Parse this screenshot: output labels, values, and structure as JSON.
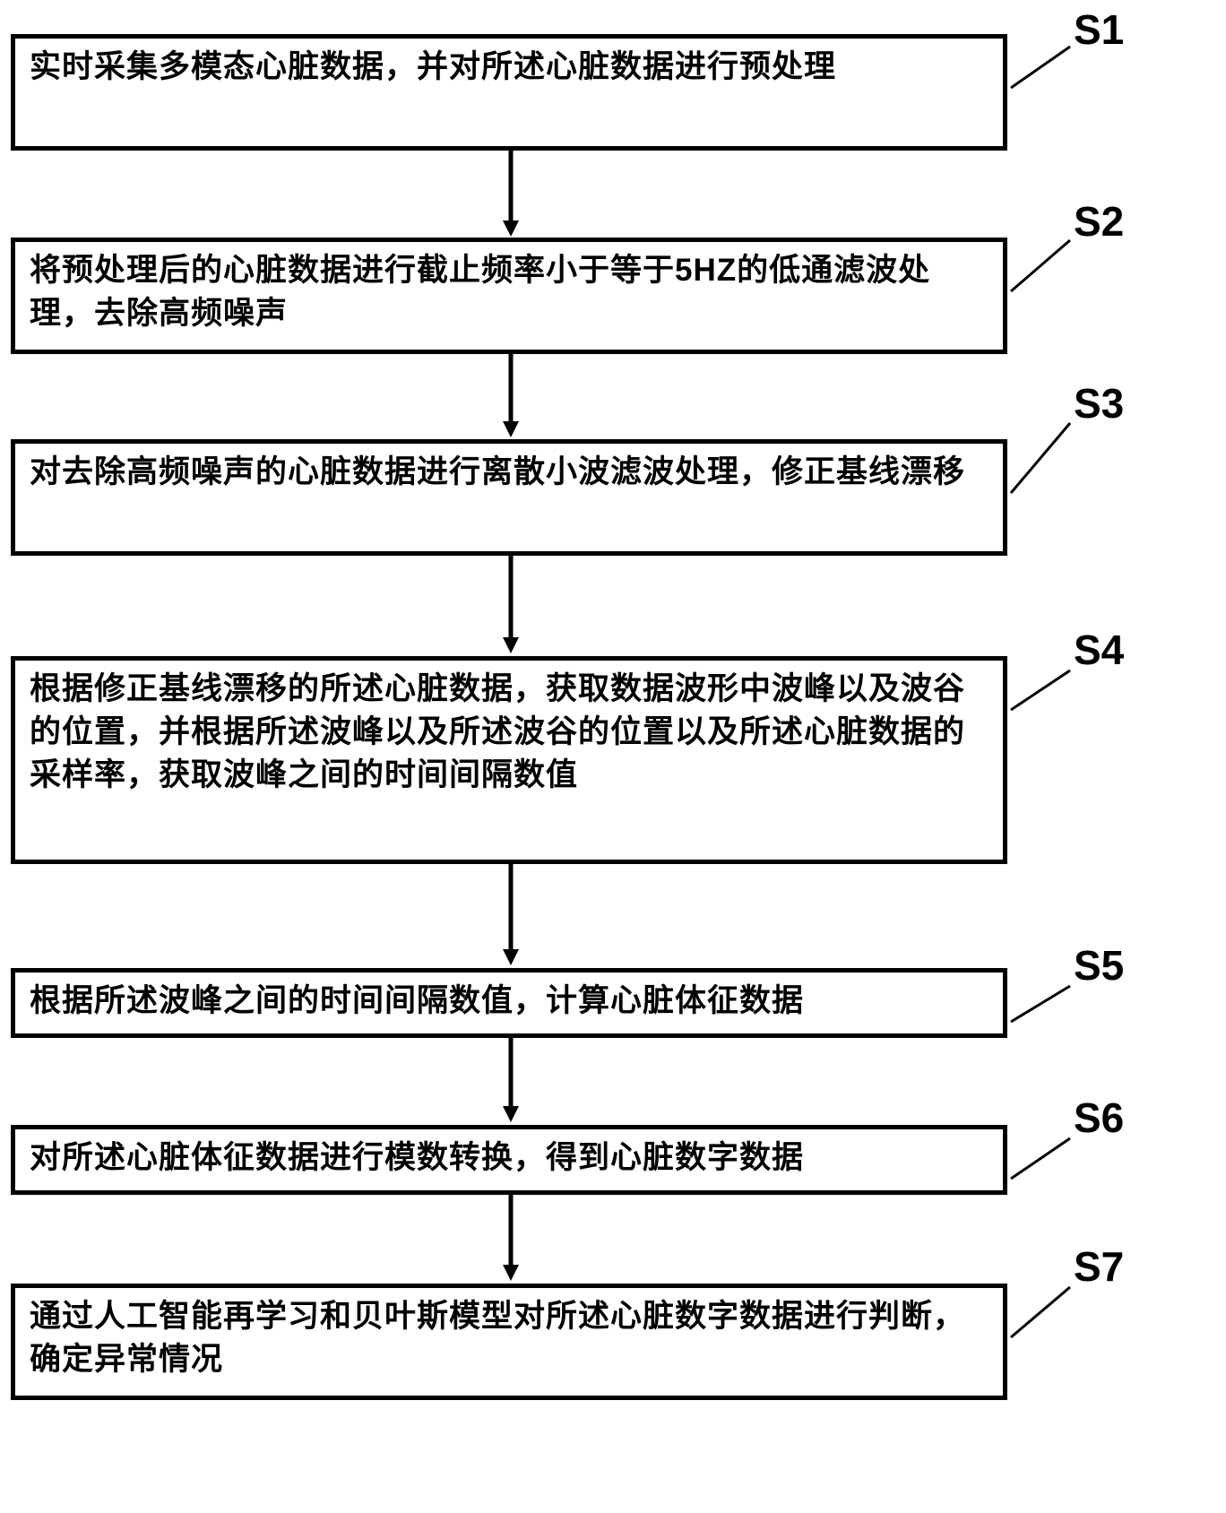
{
  "diagram": {
    "type": "flowchart",
    "direction": "top-down",
    "colors": {
      "background": "#ffffff",
      "line": "#000000",
      "text": "#000000"
    },
    "steps": [
      {
        "label": "S1",
        "text": "实时采集多模态心脏数据，并对所述心脏数据进行预处理"
      },
      {
        "label": "S2",
        "text": "将预处理后的心脏数据进行截止频率小于等于5HZ的低通滤波处理，去除高频噪声"
      },
      {
        "label": "S3",
        "text": "对去除高频噪声的心脏数据进行离散小波滤波处理，修正基线漂移"
      },
      {
        "label": "S4",
        "text": "根据修正基线漂移的所述心脏数据，获取数据波形中波峰以及波谷的位置，并根据所述波峰以及所述波谷的位置以及所述心脏数据的采样率，获取波峰之间的时间间隔数值"
      },
      {
        "label": "S5",
        "text": "根据所述波峰之间的时间间隔数值，计算心脏体征数据"
      },
      {
        "label": "S6",
        "text": "对所述心脏体征数据进行模数转换，得到心脏数字数据"
      },
      {
        "label": "S7",
        "text": "通过人工智能再学习和贝叶斯模型对所述心脏数字数据进行判断，确定异常情况"
      }
    ]
  }
}
